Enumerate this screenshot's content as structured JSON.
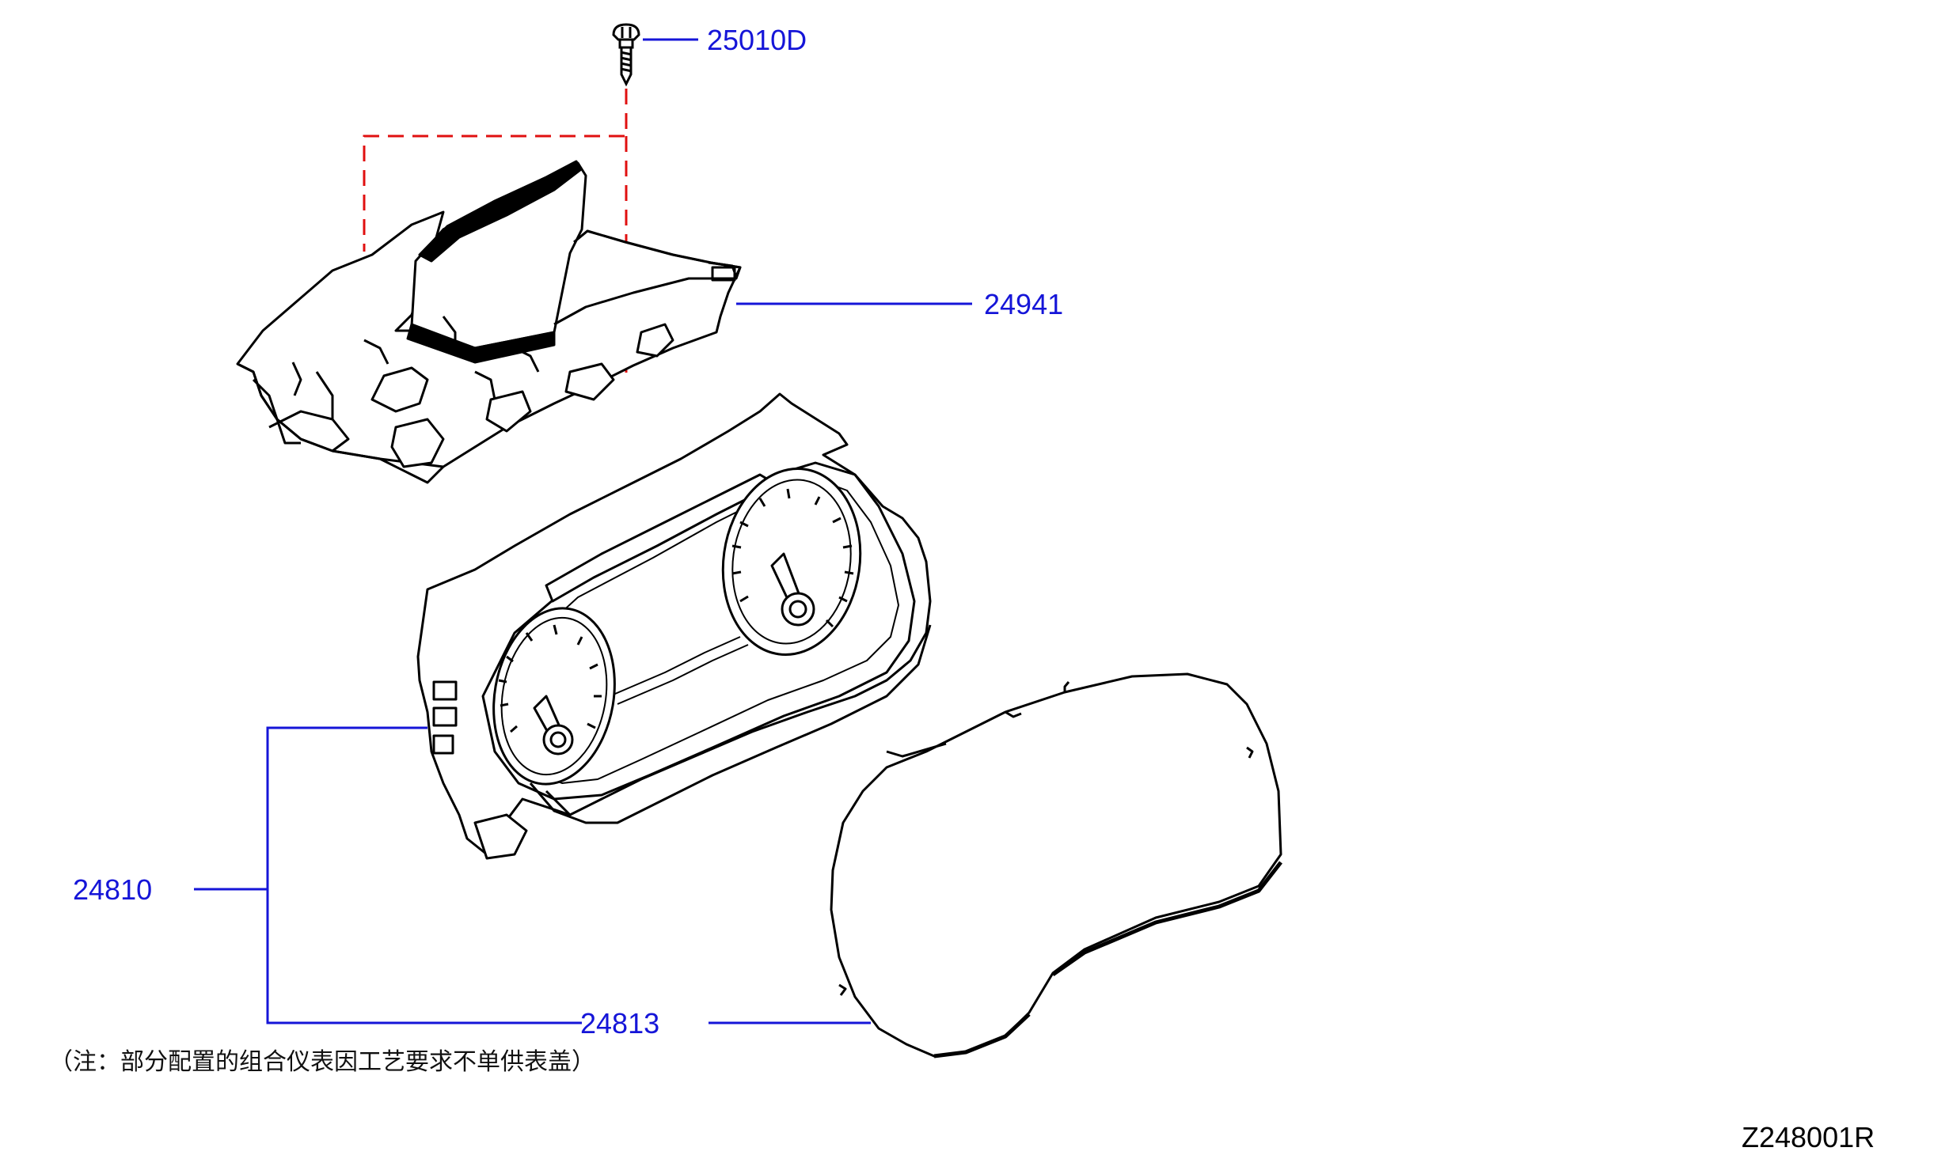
{
  "callouts": [
    {
      "key": "screw",
      "label": "25010D"
    },
    {
      "key": "display",
      "label": "24941"
    },
    {
      "key": "cluster",
      "label": "24810"
    },
    {
      "key": "cover",
      "label": "24813"
    }
  ],
  "note": "（注：部分配置的组合仪表因工艺要求不单供表盖）",
  "figure_id": "Z248001R",
  "colors": {
    "leader": "#1515d8",
    "callout_text": "#1515d8",
    "dashed_guide": "#e01010",
    "line_art": "#000000"
  }
}
